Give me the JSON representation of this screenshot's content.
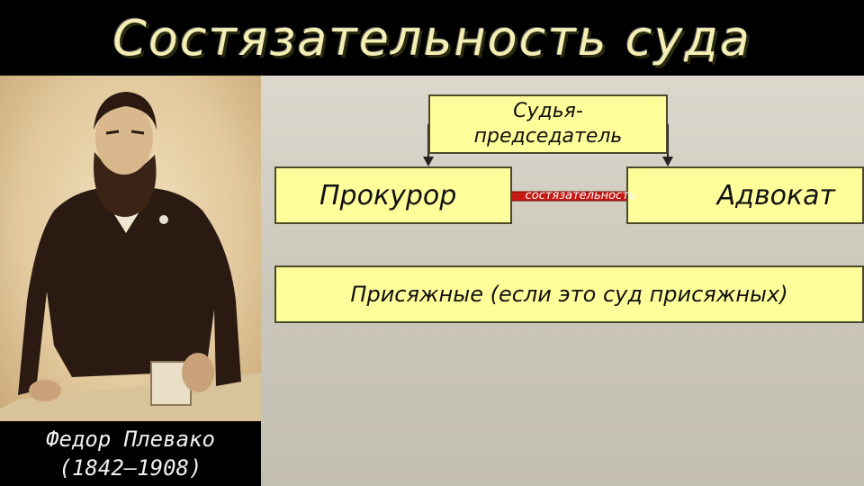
{
  "header": {
    "title": "Состязательность суда"
  },
  "portrait": {
    "caption_name": "Федор Плевако",
    "caption_years": "(1842–1908)"
  },
  "diagram": {
    "judge_line1": "Судья-",
    "judge_line2": "председатель",
    "prosecutor": "Прокурор",
    "lawyer": "Адвокат",
    "arrow_label": "состязательность",
    "jurors": "Присяжные (если это суд присяжных)"
  },
  "colors": {
    "box_fill": "#fffe9a",
    "arrow": "#c41a14",
    "title": "#f4eeb4"
  }
}
